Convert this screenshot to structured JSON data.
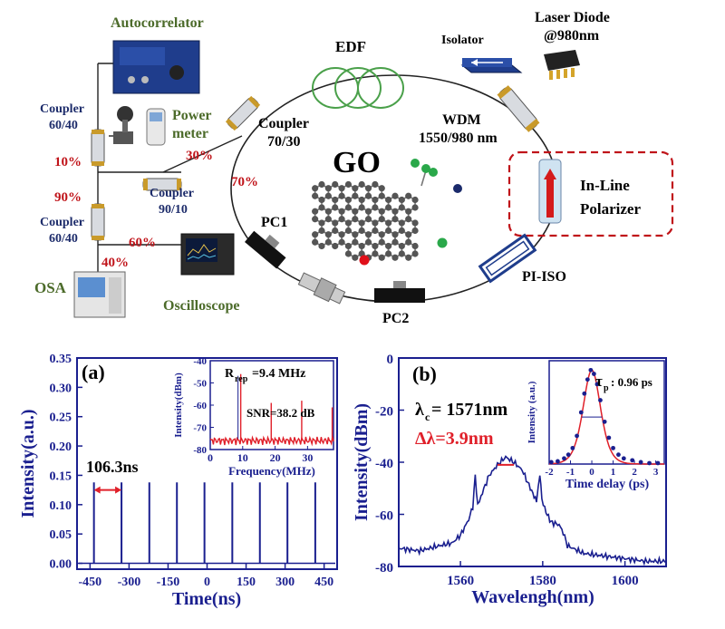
{
  "setup": {
    "labels": {
      "autocorrelator": "Autocorrelator",
      "edf": "EDF",
      "isolator": "Isolator",
      "laser_diode_line1": "Laser Diode",
      "laser_diode_line2": "@980nm",
      "coupler_6040_top_line1": "Coupler",
      "coupler_6040_top_line2": "60/40",
      "power_meter_line1": "Power",
      "power_meter_line2": "meter",
      "coupler_7030_line1": "Coupler",
      "coupler_7030_line2": "70/30",
      "wdm_line1": "WDM",
      "wdm_line2": "1550/980 nm",
      "pct_10": "10%",
      "pct_30": "30%",
      "pct_70": "70%",
      "pct_90": "90%",
      "coupler_9010_line1": "Coupler",
      "coupler_9010_line2": "90/10",
      "go": "GO",
      "polarizer_line1": "In-Line",
      "polarizer_line2": "Polarizer",
      "coupler_6040_bot_line1": "Coupler",
      "coupler_6040_bot_line2": "60/40",
      "pc1": "PC1",
      "pct_60": "60%",
      "pct_40": "40%",
      "osa": "OSA",
      "oscilloscope": "Oscilloscope",
      "pi_iso": "PI-ISO",
      "pc2": "PC2"
    }
  },
  "chart_data": [
    {
      "type": "line",
      "panel_label": "(a)",
      "xlabel": "Time(ns)",
      "ylabel": "Intensity(a.u.)",
      "xlim": [
        -500,
        500
      ],
      "ylim": [
        -0.01,
        0.35
      ],
      "xticks": [
        "-450",
        "-300",
        "-150",
        "0",
        "150",
        "300",
        "450"
      ],
      "yticks": [
        "0.00",
        "0.05",
        "0.10",
        "0.15",
        "0.20",
        "0.25",
        "0.30",
        "0.35"
      ],
      "color": "#1a1f8f",
      "series": [
        {
          "x": [
            -435,
            -329,
            -222,
            -116,
            -10,
            97,
            203,
            309,
            416
          ],
          "y": [
            0.138,
            0.138,
            0.138,
            0.138,
            0.138,
            0.138,
            0.138,
            0.138,
            0.138
          ]
        }
      ],
      "annotation": {
        "text": "106.3ns",
        "x_from": -435,
        "x_to": -329,
        "y": 0.125,
        "color": "#e0202a"
      },
      "inset": {
        "type": "line",
        "xlabel": "Frequency(MHz)",
        "ylabel": "Intensity(dBm)",
        "xlim": [
          0,
          38
        ],
        "ylim": [
          -80,
          -40
        ],
        "xticks": [
          "0",
          "10",
          "20",
          "30"
        ],
        "yticks": [
          "-80",
          "-70",
          "-60",
          "-50",
          "-40"
        ],
        "line_color": "#e0202a",
        "peaks": [
          {
            "x": 9.4,
            "y": -46
          },
          {
            "x": 18.8,
            "y": -59
          },
          {
            "x": 28.2,
            "y": -58
          },
          {
            "x": 37.6,
            "y": -61
          }
        ],
        "noise_floor": -76,
        "annotation_rep_main": "R",
        "annotation_rep_sub": "rep",
        "annotation_rep_value": "=9.4 MHz",
        "annotation_snr": "SNR=38.2 dB"
      }
    },
    {
      "type": "line",
      "panel_label": "(b)",
      "xlabel": "Wavelengh(nm)",
      "ylabel": "Intensity(dBm)",
      "xlim": [
        1545,
        1610
      ],
      "ylim": [
        -80,
        0
      ],
      "xticks": [
        "1560",
        "1580",
        "1600"
      ],
      "yticks": [
        "-80",
        "-60",
        "-40",
        "-20",
        "0"
      ],
      "color": "#1a1f8f",
      "series": [
        {
          "x": [
            1545,
            1550,
            1555,
            1558,
            1560,
            1561,
            1562,
            1563,
            1563.6,
            1564.2,
            1565,
            1567,
            1569,
            1571,
            1573,
            1575,
            1577,
            1578.5,
            1579.3,
            1579.8,
            1580.5,
            1582,
            1584,
            1585,
            1586,
            1590,
            1595,
            1600,
            1605,
            1610
          ],
          "y": [
            -73,
            -74,
            -72,
            -71,
            -68,
            -65,
            -62,
            -57,
            -45,
            -57,
            -53,
            -45,
            -41,
            -38,
            -40,
            -43,
            -50,
            -55,
            -44,
            -54,
            -58,
            -63,
            -64,
            -67,
            -72,
            -75,
            -76,
            -77,
            -78,
            -78
          ]
        }
      ],
      "annotation_center_main": "λ",
      "annotation_center_sub": "c",
      "annotation_center_value": "= 1571nm",
      "annotation_bw": "Δλ=3.9nm",
      "inset": {
        "type": "scatter",
        "xlabel": "Time delay (ps)",
        "ylabel": "Intensity (a.u.)",
        "xlim": [
          -2,
          3.4
        ],
        "ylim": [
          0,
          1.1
        ],
        "xticks": [
          "-2",
          "-1",
          "0",
          "1",
          "2",
          "3"
        ],
        "fit_color": "#e0202a",
        "point_color": "#1a1f8f",
        "points": [
          {
            "x": -1.9,
            "y": 0.02
          },
          {
            "x": -1.6,
            "y": 0.03
          },
          {
            "x": -1.3,
            "y": 0.06
          },
          {
            "x": -1.1,
            "y": 0.1
          },
          {
            "x": -0.9,
            "y": 0.17
          },
          {
            "x": -0.7,
            "y": 0.3
          },
          {
            "x": -0.5,
            "y": 0.55
          },
          {
            "x": -0.35,
            "y": 0.75
          },
          {
            "x": -0.2,
            "y": 0.9
          },
          {
            "x": -0.05,
            "y": 1.0
          },
          {
            "x": 0.1,
            "y": 0.96
          },
          {
            "x": 0.25,
            "y": 0.85
          },
          {
            "x": 0.4,
            "y": 0.68
          },
          {
            "x": 0.6,
            "y": 0.45
          },
          {
            "x": 0.8,
            "y": 0.28
          },
          {
            "x": 1.0,
            "y": 0.17
          },
          {
            "x": 1.25,
            "y": 0.1
          },
          {
            "x": 1.5,
            "y": 0.06
          },
          {
            "x": 1.9,
            "y": 0.04
          },
          {
            "x": 2.3,
            "y": 0.02
          },
          {
            "x": 2.7,
            "y": 0.01
          },
          {
            "x": 3.1,
            "y": 0.01
          }
        ],
        "annotation_main": "τ",
        "annotation_sub": "p",
        "annotation_value": ": 0.96 ps"
      }
    }
  ]
}
